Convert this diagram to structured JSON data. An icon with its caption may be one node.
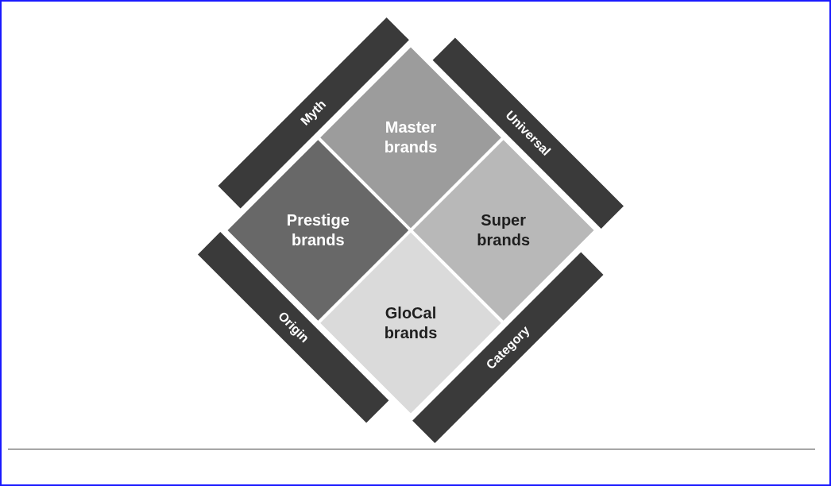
{
  "diagram": {
    "nodes": [
      {
        "text": [
          "Myth"
        ]
      },
      {
        "text": [
          "Master brands"
        ]
      },
      {
        "text": [
          "Universal"
        ]
      },
      {
        "text": [
          "Prestige brands"
        ]
      },
      {
        "text": [
          "Super brands"
        ]
      },
      {
        "text": [
          "Origin"
        ]
      },
      {
        "text": [
          "GloCal brands"
        ]
      },
      {
        "text": [
          "Category"
        ]
      }
    ]
  }
}
